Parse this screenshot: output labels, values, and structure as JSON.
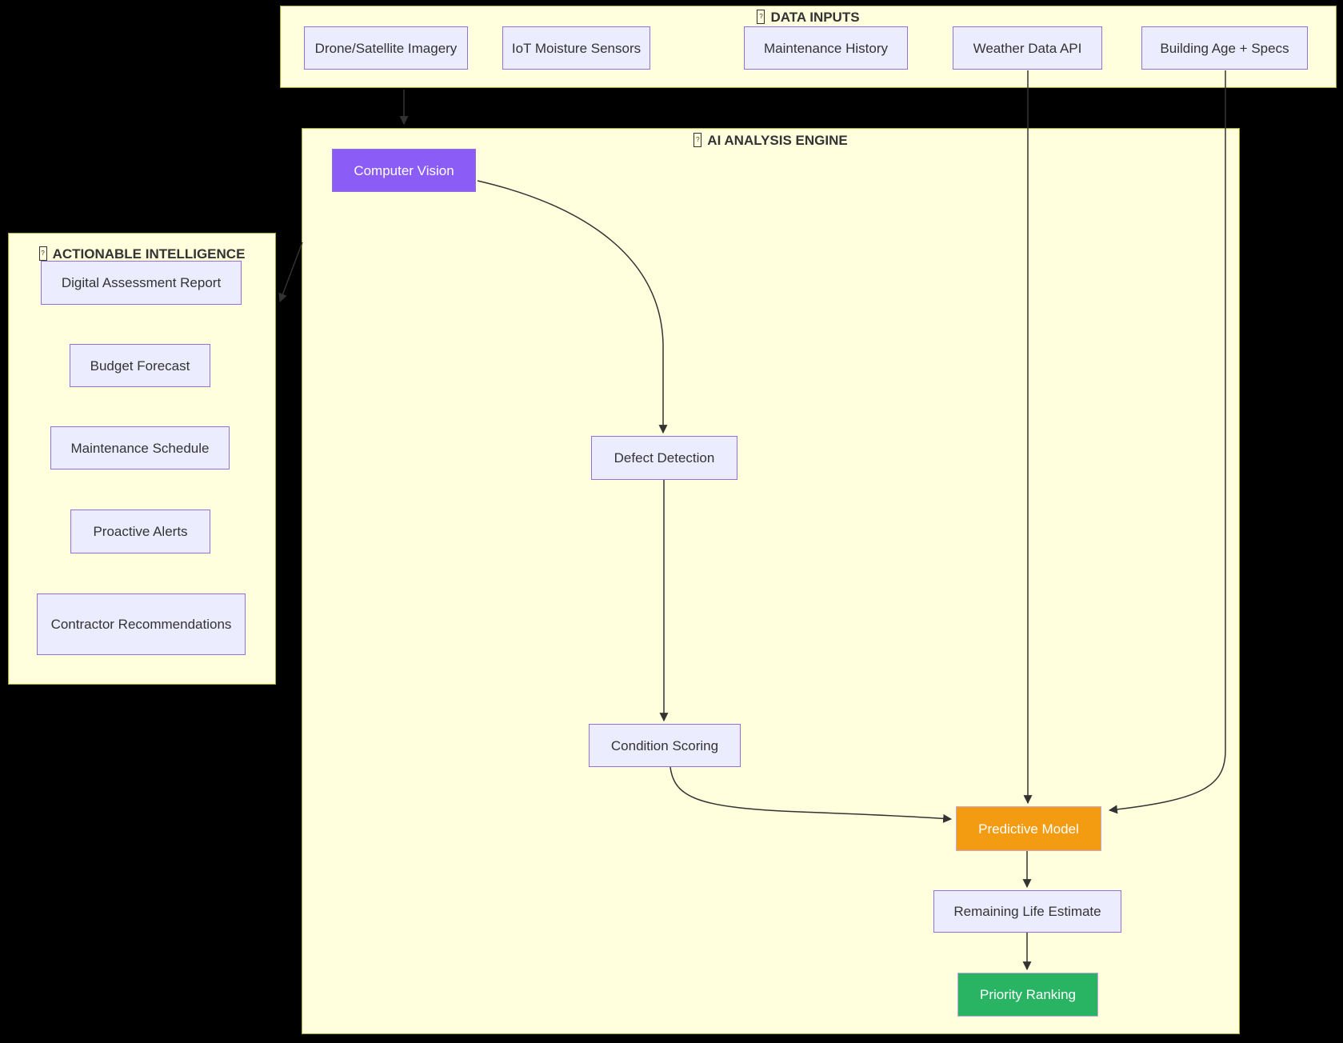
{
  "diagram": {
    "type": "flowchart",
    "icon_placeholder": {
      "name": "missing-glyph-icon",
      "char": "?"
    },
    "containers": {
      "data_inputs": {
        "title": "DATA INPUTS"
      },
      "ai_engine": {
        "title": "AI ANALYSIS ENGINE"
      },
      "actionable_intelligence": {
        "title": "ACTIONABLE INTELLIGENCE"
      }
    },
    "nodes": {
      "drone": {
        "label": "Drone/Satellite Imagery",
        "container": "data_inputs"
      },
      "iot": {
        "label": "IoT Moisture Sensors",
        "container": "data_inputs"
      },
      "history": {
        "label": "Maintenance History",
        "container": "data_inputs"
      },
      "weather": {
        "label": "Weather Data API",
        "container": "data_inputs"
      },
      "building": {
        "label": "Building Age + Specs",
        "container": "data_inputs"
      },
      "computer_vision": {
        "label": "Computer Vision",
        "container": "ai_engine"
      },
      "defect_detection": {
        "label": "Defect Detection",
        "container": "ai_engine"
      },
      "condition_scoring": {
        "label": "Condition Scoring",
        "container": "ai_engine"
      },
      "predictive_model": {
        "label": "Predictive Model",
        "container": "ai_engine"
      },
      "remaining_life": {
        "label": "Remaining Life Estimate",
        "container": "ai_engine"
      },
      "priority_ranking": {
        "label": "Priority Ranking",
        "container": "ai_engine"
      },
      "assessment_report": {
        "label": "Digital Assessment Report",
        "container": "actionable_intelligence"
      },
      "budget_forecast": {
        "label": "Budget Forecast",
        "container": "actionable_intelligence"
      },
      "maintenance_schedule": {
        "label": "Maintenance Schedule",
        "container": "actionable_intelligence"
      },
      "proactive_alerts": {
        "label": "Proactive Alerts",
        "container": "actionable_intelligence"
      },
      "contractor_recommendations": {
        "label": "Contractor Recommendations",
        "container": "actionable_intelligence"
      }
    },
    "edges": [
      {
        "from": "drone",
        "to": "computer_vision"
      },
      {
        "from": "computer_vision",
        "to": "defect_detection"
      },
      {
        "from": "defect_detection",
        "to": "condition_scoring"
      },
      {
        "from": "condition_scoring",
        "to": "predictive_model"
      },
      {
        "from": "weather",
        "to": "predictive_model"
      },
      {
        "from": "building",
        "to": "predictive_model"
      },
      {
        "from": "predictive_model",
        "to": "remaining_life"
      },
      {
        "from": "remaining_life",
        "to": "priority_ranking"
      },
      {
        "from": "ai_engine",
        "to": "actionable_intelligence"
      }
    ],
    "colors": {
      "page_background": "#000000",
      "container_fill": "#FFFFDE",
      "container_border": "#AAAA33",
      "node_fill": "#ECECFF",
      "node_border": "#9370DB",
      "node_text": "#333333",
      "computer_vision_fill": "#8B5CF6",
      "predictive_model_fill": "#F39C12",
      "priority_ranking_fill": "#28B463",
      "edge_color": "#333333"
    }
  }
}
